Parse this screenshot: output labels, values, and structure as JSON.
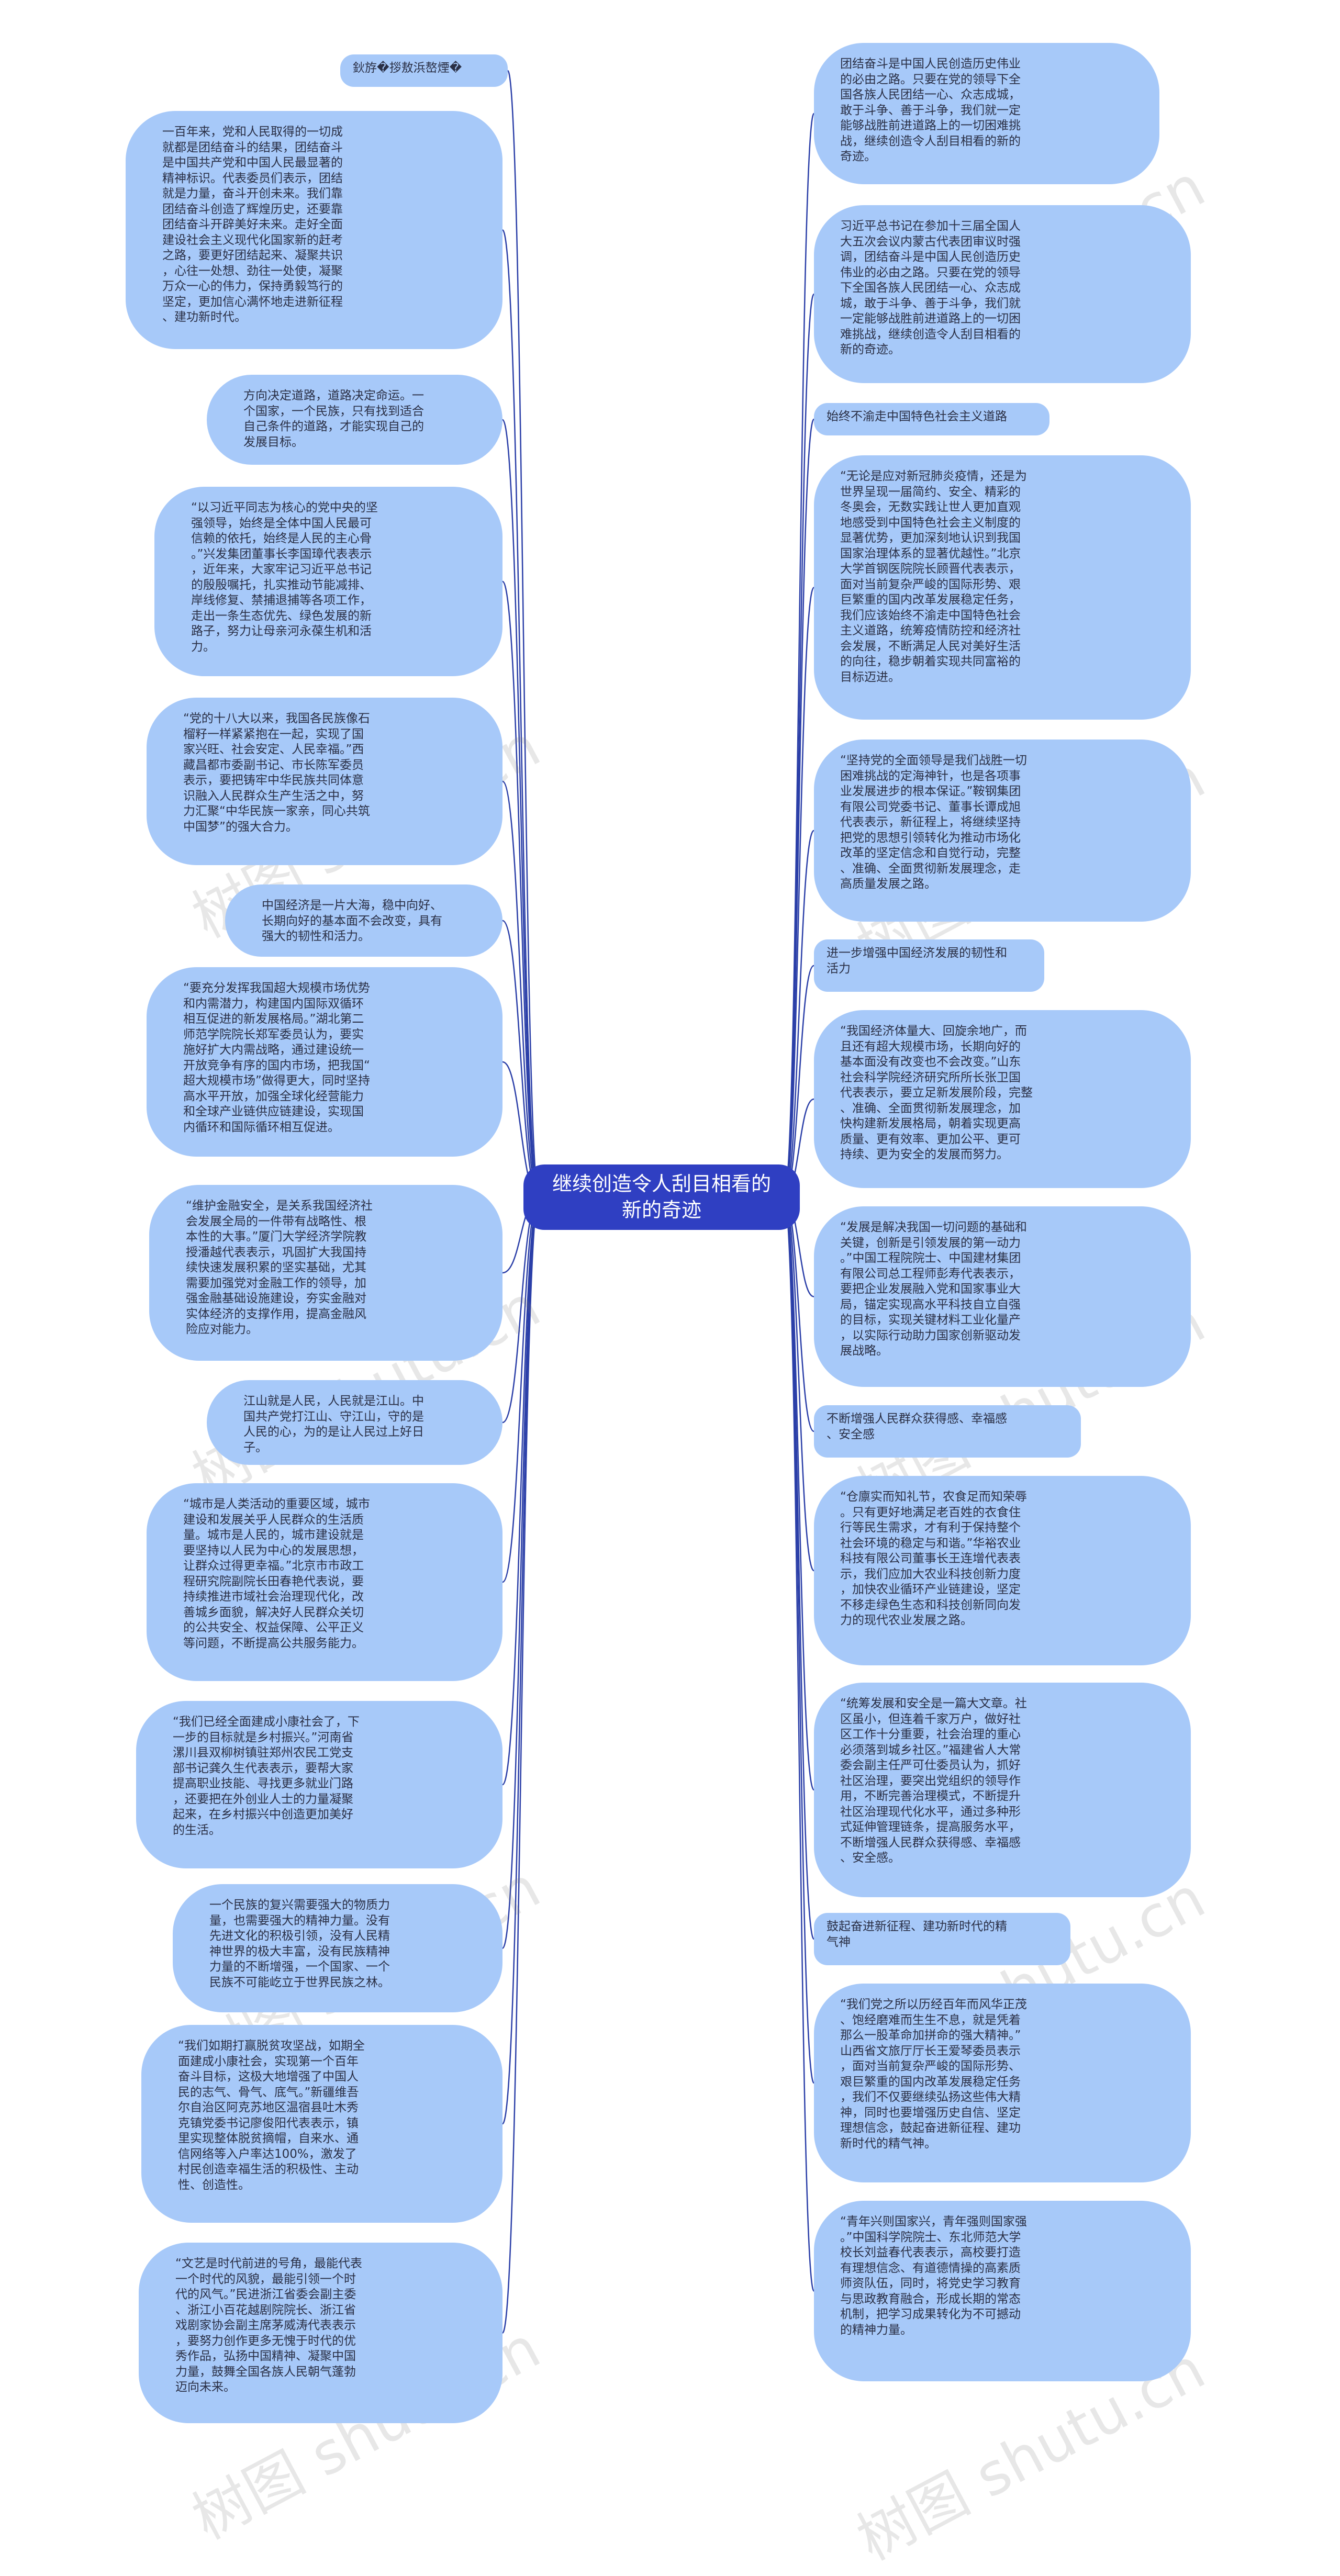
{
  "center": {
    "text": "继续创造令人刮目相看的\n新的奇迹"
  },
  "left_nodes": [
    "鈥斿�拶敖浜嶅煙�",
    "一百年来，党和人民取得的一切成\n就都是团结奋斗的结果，团结奋斗\n是中国共产党和中国人民最显著的\n精神标识。代表委员们表示，团结\n就是力量，奋斗开创未来。我们靠\n团结奋斗创造了辉煌历史，还要靠\n团结奋斗开辟美好未来。走好全面\n建设社会主义现代化国家新的赶考\n之路，要更好团结起来、凝聚共识\n，心往一处想、劲往一处使，凝聚\n万众一心的伟力，保持勇毅笃行的\n坚定，更加信心满怀地走进新征程\n、建功新时代。",
    "方向决定道路，道路决定命运。一\n个国家，一个民族，只有找到适合\n自己条件的道路，才能实现自己的\n发展目标。",
    "“以习近平同志为核心的党中央的坚\n强领导，始终是全体中国人民最可\n信赖的依托，始终是人民的主心骨\n。”兴发集团董事长李国璋代表表示\n，近年来，大家牢记习近平总书记\n的殷殷嘱托，扎实推动节能减排、\n岸线修复、禁捕退捕等各项工作，\n走出一条生态优先、绿色发展的新\n路子，努力让母亲河永葆生机和活\n力。",
    "“党的十八大以来，我国各民族像石\n榴籽一样紧紧抱在一起，实现了国\n家兴旺、社会安定、人民幸福。”西\n藏昌都市委副书记、市长陈军委员\n表示，要把铸牢中华民族共同体意\n识融入人民群众生产生活之中，努\n力汇聚“中华民族一家亲，同心共筑\n中国梦”的强大合力。",
    "中国经济是一片大海，稳中向好、\n长期向好的基本面不会改变，具有\n强大的韧性和活力。",
    "“要充分发挥我国超大规模市场优势\n和内需潜力，构建国内国际双循环\n相互促进的新发展格局。”湖北第二\n师范学院院长郑军委员认为，要实\n施好扩大内需战略，通过建设统一\n开放竞争有序的国内市场，把我国“\n超大规模市场”做得更大，同时坚持\n高水平开放，加强全球化经营能力\n和全球产业链供应链建设，实现国\n内循环和国际循环相互促进。",
    "“维护金融安全，是关系我国经济社\n会发展全局的一件带有战略性、根\n本性的大事。”厦门大学经济学院教\n授潘越代表表示，巩固扩大我国持\n续快速发展积累的坚实基础，尤其\n需要加强党对金融工作的领导，加\n强金融基础设施建设，夯实金融对\n实体经济的支撑作用，提高金融风\n险应对能力。",
    "江山就是人民，人民就是江山。中\n国共产党打江山、守江山，守的是\n人民的心，为的是让人民过上好日\n子。",
    "“城市是人类活动的重要区域，城市\n建设和发展关乎人民群众的生活质\n量。城市是人民的，城市建设就是\n要坚持以人民为中心的发展思想，\n让群众过得更幸福。”北京市市政工\n程研究院副院长田春艳代表说，要\n持续推进市域社会治理现代化，改\n善城乡面貌，解决好人民群众关切\n的公共安全、权益保障、公平正义\n等问题，不断提高公共服务能力。",
    "“我们已经全面建成小康社会了，下\n一步的目标就是乡村振兴。”河南省\n漯川县双柳树镇驻郑州农民工党支\n部书记龚久生代表表示，要帮大家\n提高职业技能、寻找更多就业门路\n，还要把在外创业人士的力量凝聚\n起来，在乡村振兴中创造更加美好\n的生活。",
    "一个民族的复兴需要强大的物质力\n量，也需要强大的精神力量。没有\n先进文化的积极引领，没有人民精\n神世界的极大丰富，没有民族精神\n力量的不断增强，一个国家、一个\n民族不可能屹立于世界民族之林。",
    "“我们如期打赢脱贫攻坚战，如期全\n面建成小康社会，实现第一个百年\n奋斗目标，这极大地增强了中国人\n民的志气、骨气、底气。”新疆维吾\n尔自治区阿克苏地区温宿县吐木秀\n克镇党委书记廖俊阳代表表示，镇\n里实现整体脱贫摘帽，自来水、通\n信网络等入户率达100%，激发了\n村民创造幸福生活的积极性、主动\n性、创造性。",
    "“文艺是时代前进的号角，最能代表\n一个时代的风貌，最能引领一个时\n代的风气。”民进浙江省委会副主委\n、浙江小百花越剧院院长、浙江省\n戏剧家协会副主席茅威涛代表表示\n，要努力创作更多无愧于时代的优\n秀作品，弘扬中国精神、凝聚中国\n力量，鼓舞全国各族人民朝气蓬勃\n迈向未来。"
  ],
  "right_nodes": [
    "团结奋斗是中国人民创造历史伟业\n的必由之路。只要在党的领导下全\n国各族人民团结一心、众志成城，\n敢于斗争、善于斗争，我们就一定\n能够战胜前进道路上的一切困难挑\n战，继续创造令人刮目相看的新的\n奇迹。",
    "习近平总书记在参加十三届全国人\n大五次会议内蒙古代表团审议时强\n调，团结奋斗是中国人民创造历史\n伟业的必由之路。只要在党的领导\n下全国各族人民团结一心、众志成\n城，敢于斗争、善于斗争，我们就\n一定能够战胜前进道路上的一切困\n难挑战，继续创造令人刮目相看的\n新的奇迹。",
    "始终不渝走中国特色社会主义道路",
    "“无论是应对新冠肺炎疫情，还是为\n世界呈现一届简约、安全、精彩的\n冬奥会，无数实践让世人更加直观\n地感受到中国特色社会主义制度的\n显著优势，更加深刻地认识到我国\n国家治理体系的显著优越性。”北京\n大学首钢医院院长顾晋代表表示，\n面对当前复杂严峻的国际形势、艰\n巨繁重的国内改革发展稳定任务，\n我们应该始终不渝走中国特色社会\n主义道路，统筹疫情防控和经济社\n会发展，不断满足人民对美好生活\n的向往，稳步朝着实现共同富裕的\n目标迈进。",
    "“坚持党的全面领导是我们战胜一切\n困难挑战的定海神针，也是各项事\n业发展进步的根本保证。”鞍钢集团\n有限公司党委书记、董事长谭成旭\n代表表示，新征程上，将继续坚持\n把党的思想引领转化为推动市场化\n改革的坚定信念和自觉行动，完整\n、准确、全面贯彻新发展理念，走\n高质量发展之路。",
    "进一步增强中国经济发展的韧性和\n活力",
    "“我国经济体量大、回旋余地广，而\n且还有超大规模市场，长期向好的\n基本面没有改变也不会改变。”山东\n社会科学院经济研究所所长张卫国\n代表表示，要立足新发展阶段，完整\n、准确、全面贯彻新发展理念，加\n快构建新发展格局，朝着实现更高\n质量、更有效率、更加公平、更可\n持续、更为安全的发展而努力。",
    "“发展是解决我国一切问题的基础和\n关键，创新是引领发展的第一动力\n。”中国工程院院士、中国建材集团\n有限公司总工程师彭寿代表表示，\n要把企业发展融入党和国家事业大\n局，锚定实现高水平科技自立自强\n的目标，实现关键材料工业化量产\n，以实际行动助力国家创新驱动发\n展战略。",
    "不断增强人民群众获得感、幸福感\n、安全感",
    "“仓廪实而知礼节，农食足而知荣辱\n。只有更好地满足老百姓的衣食住\n行等民生需求，才有利于保持整个\n社会环境的稳定与和谐。”华裕农业\n科技有限公司董事长王连增代表表\n示，我们应加大农业科技创新力度\n，加快农业循环产业链建设，坚定\n不移走绿色生态和科技创新同向发\n力的现代农业发展之路。",
    "“统筹发展和安全是一篇大文章。社\n区虽小，但连着千家万户，做好社\n区工作十分重要，社会治理的重心\n必须落到城乡社区。”福建省人大常\n委会副主任严可仕委员认为，抓好\n社区治理，要突出党组织的领导作\n用，不断完善治理模式，不断提升\n社区治理现代化水平，通过多种形\n式延伸管理链条，提高服务水平，\n不断增强人民群众获得感、幸福感\n、安全感。",
    "鼓起奋进新征程、建功新时代的精\n气神",
    "“我们党之所以历经百年而风华正茂\n、饱经磨难而生生不息，就是凭着\n那么一股革命加拼命的强大精神。”\n山西省文旅厅厅长王爱琴委员表示\n，面对当前复杂严峻的国际形势、\n艰巨繁重的国内改革发展稳定任务\n，我们不仅要继续弘扬这些伟大精\n神，同时也要增强历史自信、坚定\n理想信念，鼓起奋进新征程、建功\n新时代的精气神。",
    "“青年兴则国家兴，青年强则国家强\n。”中国科学院院士、东北师范大学\n校长刘益春代表表示，高校要打造\n有理想信念、有道德情操的高素质\n师资队伍，同时，将党史学习教育\n与思政教育融合，形成长期的常态\n机制，把学习成果转化为不可撼动\n的精神力量。"
  ],
  "watermark": "树图 shutu.cn",
  "colors": {
    "node": "#a7c9f9",
    "center": "#2f3fc2",
    "link": "#2b3fa8"
  }
}
